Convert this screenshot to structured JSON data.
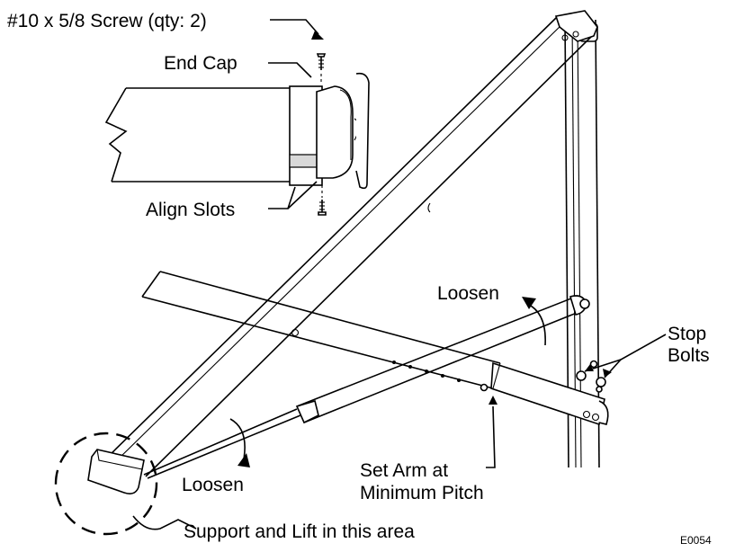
{
  "labels": {
    "screw": "#10 x 5/8 Screw (qty: 2)",
    "end_cap": "End Cap",
    "align_slots": "Align Slots",
    "loosen_upper": "Loosen",
    "loosen_lower": "Loosen",
    "stop_bolts_line1": "Stop",
    "stop_bolts_line2": "Bolts",
    "set_arm_line1": "Set Arm at",
    "set_arm_line2": "Minimum Pitch",
    "support_lift": "Support and Lift in this area",
    "figure_code": "E0054"
  }
}
